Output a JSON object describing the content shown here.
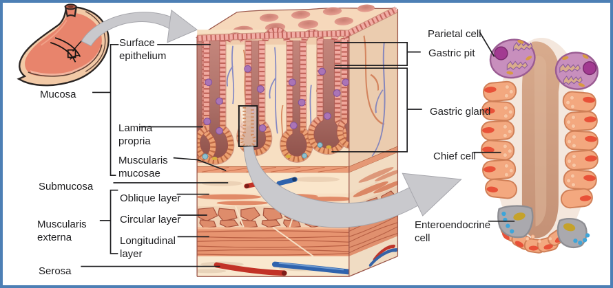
{
  "figure": {
    "description_labels_only": true,
    "frame_color": "#4d7fb5",
    "background": "#ffffff"
  },
  "labels": {
    "surface_epithelium": "Surface\nepithelium",
    "mucosa": "Mucosa",
    "lamina_propria": "Lamina\npropria",
    "muscularis_mucosae": "Muscularis\nmucosae",
    "submucosa": "Submucosa",
    "oblique_layer": "Oblique layer",
    "circular_layer": "Circular layer",
    "muscularis_externa": "Muscularis\nexterna",
    "longitudinal_layer": "Longitudinal\nlayer",
    "serosa": "Serosa",
    "parietal_cell": "Parietal cell",
    "gastric_pit": "Gastric pit",
    "gastric_gland": "Gastric gland",
    "chief_cell": "Chief cell",
    "enteroendocrine_cell": "Enteroendocrine\ncell"
  },
  "icons": {
    "stomach_thumbnail": "stomach-icon",
    "magnify_arrow_top": "gray-curved-arrow-icon",
    "magnify_arrow_bottom": "gray-curved-arrow-icon",
    "tissue_block": "stomach-wall-3d-block",
    "magnified_gland": "gastric-gland-closeup"
  },
  "colors": {
    "leader_line": "#1d1d1f",
    "arrow_gray": "#c9c9cd",
    "block_face": "#f7dfc2",
    "pit_lumen_dark": "#8e5049",
    "epithelium_pink": "#efa79b",
    "muscle_orange": "#de8c6b",
    "vessel_red": "#c23227",
    "vessel_blue": "#2f63ad",
    "parietal_pink": "#c88fbd",
    "parietal_nucleus": "#a23a91",
    "chief_orange": "#f3a87f",
    "chief_nucleus": "#e85138",
    "enteroendocrine_gray": "#aaa9ae",
    "enteroendocrine_dot_blue": "#3ea5d9",
    "enteroendocrine_nucleus_olive": "#c5a22b"
  }
}
